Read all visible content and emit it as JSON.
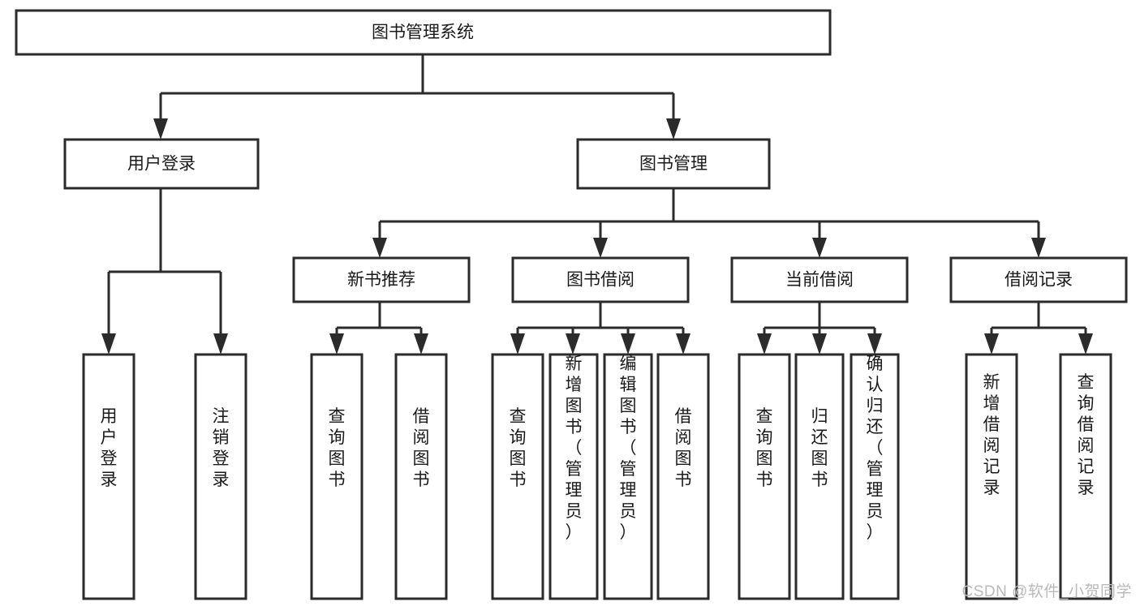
{
  "diagram": {
    "title": "图书管理系统",
    "type": "tree-hierarchy-diagram",
    "colors": {
      "box_stroke": "#2b2b2b",
      "box_fill": "#ffffff",
      "text": "#1a1a1a",
      "connector": "#2b2b2b",
      "background": "#ffffff",
      "watermark": "#b9b9b9"
    },
    "root": {
      "label": "图书管理系统"
    },
    "level2": [
      {
        "id": "user-login",
        "label": "用户登录"
      },
      {
        "id": "book-management",
        "label": "图书管理"
      }
    ],
    "level3": [
      {
        "id": "new-book-recommend",
        "label": "新书推荐",
        "parent": "book-management"
      },
      {
        "id": "book-borrow",
        "label": "图书借阅",
        "parent": "book-management"
      },
      {
        "id": "current-borrow",
        "label": "当前借阅",
        "parent": "book-management"
      },
      {
        "id": "borrow-record",
        "label": "借阅记录",
        "parent": "book-management"
      }
    ],
    "leaves": {
      "user-login": [
        {
          "id": "leaf-user-login",
          "label": "用户登录"
        },
        {
          "id": "leaf-logout",
          "label": "注销登录"
        }
      ],
      "new-book-recommend": [
        {
          "id": "leaf-query-book-1",
          "label": "查询图书"
        },
        {
          "id": "leaf-borrow-book-1",
          "label": "借阅图书"
        }
      ],
      "book-borrow": [
        {
          "id": "leaf-query-book-2",
          "label": "查询图书"
        },
        {
          "id": "leaf-add-book",
          "label": "新增图书（管理员）"
        },
        {
          "id": "leaf-edit-book",
          "label": "编辑图书（管理员）"
        },
        {
          "id": "leaf-borrow-book-2",
          "label": "借阅图书"
        }
      ],
      "current-borrow": [
        {
          "id": "leaf-query-book-3",
          "label": "查询图书"
        },
        {
          "id": "leaf-return-book",
          "label": "归还图书"
        },
        {
          "id": "leaf-confirm-return",
          "label": "确认归还（管理员）"
        }
      ],
      "borrow-record": [
        {
          "id": "leaf-add-record",
          "label": "新增借阅记录"
        },
        {
          "id": "leaf-query-record",
          "label": "查询借阅记录"
        }
      ]
    }
  },
  "watermark": {
    "text": "CSDN @软件_小贺同学"
  }
}
